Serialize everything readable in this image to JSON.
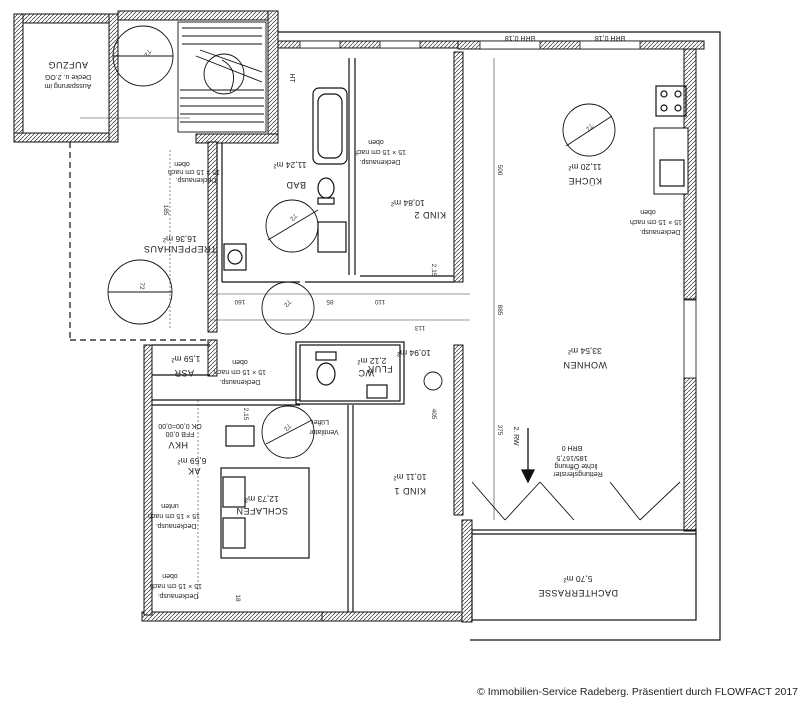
{
  "rooms": {
    "aufzug": "AUFZUG",
    "aussparung": "Aussparung im",
    "aussparung2": "Decke u. 2.OG",
    "treppenhaus": "TREPPENHAUS",
    "treppenhaus_area": "16,36 m²",
    "bad": "BAD",
    "bad_area": "11,24 m²",
    "kind2": "KIND 2",
    "kind2_area": "10,84 m²",
    "kueche": "KÜCHE",
    "kueche_area": "11,20 m²",
    "wohnen": "WOHNEN",
    "wohnen_area": "33,54 m²",
    "flur": "FLUR",
    "flur_area": "10,94 m²",
    "wc": "WC",
    "wc_area": "2,12 m²",
    "asr": "ASR",
    "asr_area": "1,59 m²",
    "hkv": "HKV",
    "hkv_area": "6,59 m²",
    "ak": "AK",
    "schlafen": "SCHLAFEN",
    "schlafen_area": "12,73 m²",
    "kind1": "KIND 1",
    "kind1_area": "10,11 m²",
    "dachterrasse": "DACHTERRASSE",
    "dachterrasse_area": "5,70 m²"
  },
  "notes": {
    "deckenausp": "Deckenausp.",
    "dim15": "15 × 15 cm nach",
    "oben": "oben",
    "unten": "unten",
    "ventilator": "Ventilator",
    "luefter": "Lüfter",
    "rettung1": "Rettungsfenster",
    "rettung2": "lichte Öffnung",
    "rettung3": "185/167,5",
    "brh0": "BRH 0",
    "zrw": "2. RW",
    "ht": "HT",
    "ffb": "FFB 0,00",
    "ok": "OK 0,00=0,00",
    "brh_top1": "BRH 0,18",
    "brh_top2": "BRH 0,18"
  },
  "dims": {
    "d72a": "72",
    "d72b": "72",
    "d72c": "72",
    "d72d": "72",
    "d72e": "72",
    "d72f": "72",
    "d185": "185",
    "d160": "160",
    "d110": "110",
    "d885": "885",
    "d85": "85",
    "d113": "113",
    "d23": "2,15",
    "d22": "2,15",
    "d375": "375",
    "d500": "500",
    "d405": "405",
    "d18": "18"
  },
  "footer": "© Immobilien-Service Radeberg. Präsentiert durch FLOWFACT 2017"
}
